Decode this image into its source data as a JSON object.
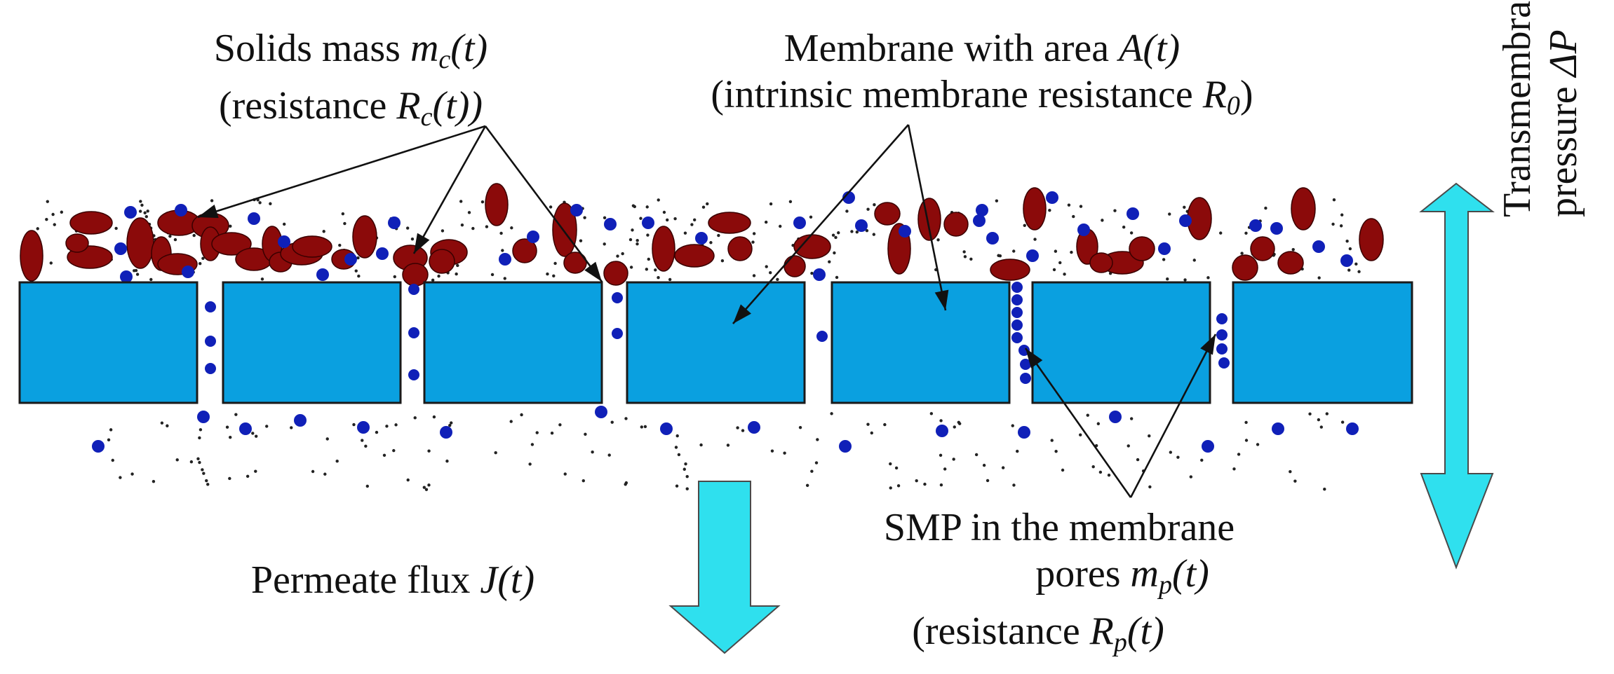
{
  "labels": {
    "solids_line1_prefix": "Solids mass",
    "solids_line1_math": "m",
    "solids_line1_sub": "c",
    "solids_line1_suffix": "(t)",
    "solids_line2_prefix": "(resistance",
    "solids_line2_math": "R",
    "solids_line2_sub": "c",
    "solids_line2_suffix": "(t))",
    "membrane_line1_prefix": "Membrane with area",
    "membrane_line1_math": "A(t)",
    "membrane_line2_prefix": "(intrinsic membrane resistance",
    "membrane_line2_math": "R",
    "membrane_line2_sub": "0",
    "membrane_line2_suffix": "",
    "pressure_line1": "Transmembrane",
    "pressure_line2_prefix": "pressure",
    "pressure_line2_math": "ΔP",
    "flux_prefix": "Permeate flux",
    "flux_math": "J(t)",
    "smp_line1": "SMP in the membrane",
    "smp_line2_prefix": "pores",
    "smp_line2_math": "m",
    "smp_line2_sub": "p",
    "smp_line2_suffix": "(t)",
    "smp_line3_prefix": "(resistance",
    "smp_line3_math": "R",
    "smp_line3_sub": "p",
    "smp_line3_suffix": "(t)"
  },
  "colors": {
    "membrane_block": "#0aa0e0",
    "block_outline": "#1a1a1a",
    "solid_particle": "#8b0a0a",
    "smp_particle": "#1020b8",
    "arrow_fill": "#2fe0ee",
    "leader_line": "#111111"
  }
}
